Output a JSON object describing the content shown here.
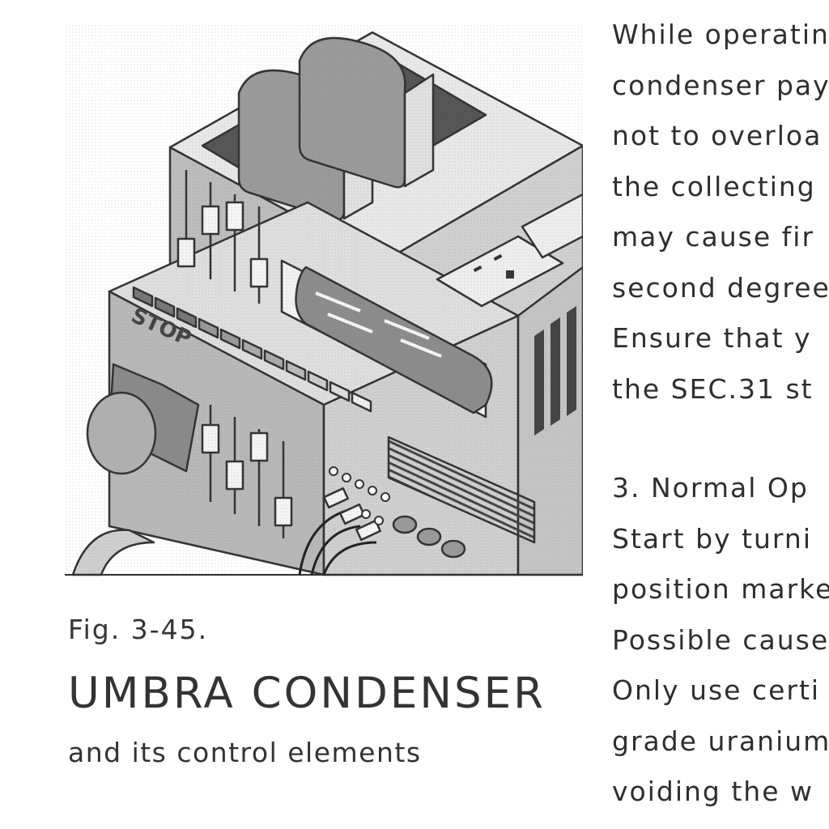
{
  "figure": {
    "label": "Fig. 3-45.",
    "title": "UMBRA CONDENSER",
    "subtitle": "and its control elements",
    "stop_text": "STOP"
  },
  "text_column": {
    "paragraph1": [
      "While operatin",
      "condenser pay",
      "not to overloa",
      "the collecting",
      "may cause fir",
      "second degree",
      "Ensure that y",
      "the SEC.31 st"
    ],
    "paragraph2": [
      "3. Normal Op",
      "Start by turni",
      "position marke",
      "Possible cause",
      "Only use certi",
      "grade uranium",
      "voiding the w"
    ]
  }
}
